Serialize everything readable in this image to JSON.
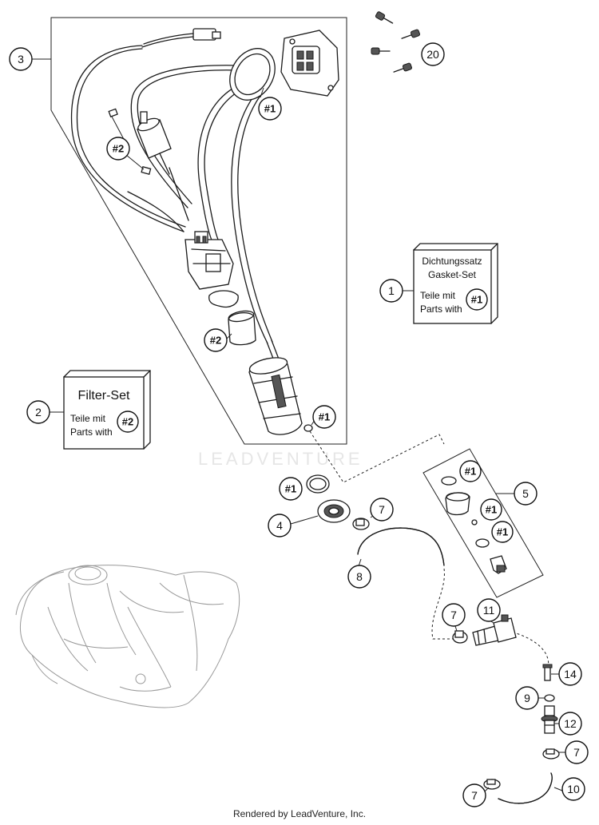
{
  "footer": {
    "credit": "Rendered by LeadVenture, Inc."
  },
  "watermark": "LEADVENTURE",
  "callouts": {
    "c1": "1",
    "c2": "2",
    "c3": "3",
    "c4": "4",
    "c5": "5",
    "c7": "7",
    "c8": "8",
    "c9": "9",
    "c10": "10",
    "c11": "11",
    "c12": "12",
    "c14": "14",
    "c20": "20"
  },
  "refs": {
    "r1": "#1",
    "r2": "#2"
  },
  "gasket_box": {
    "line1": "Dichtungssatz",
    "line2": "Gasket-Set",
    "line3": "Teile mit",
    "line4": "Parts with",
    "ref": "#1"
  },
  "filter_box": {
    "title": "Filter-Set",
    "line1": "Teile mit",
    "line2": "Parts with",
    "ref": "#2"
  }
}
